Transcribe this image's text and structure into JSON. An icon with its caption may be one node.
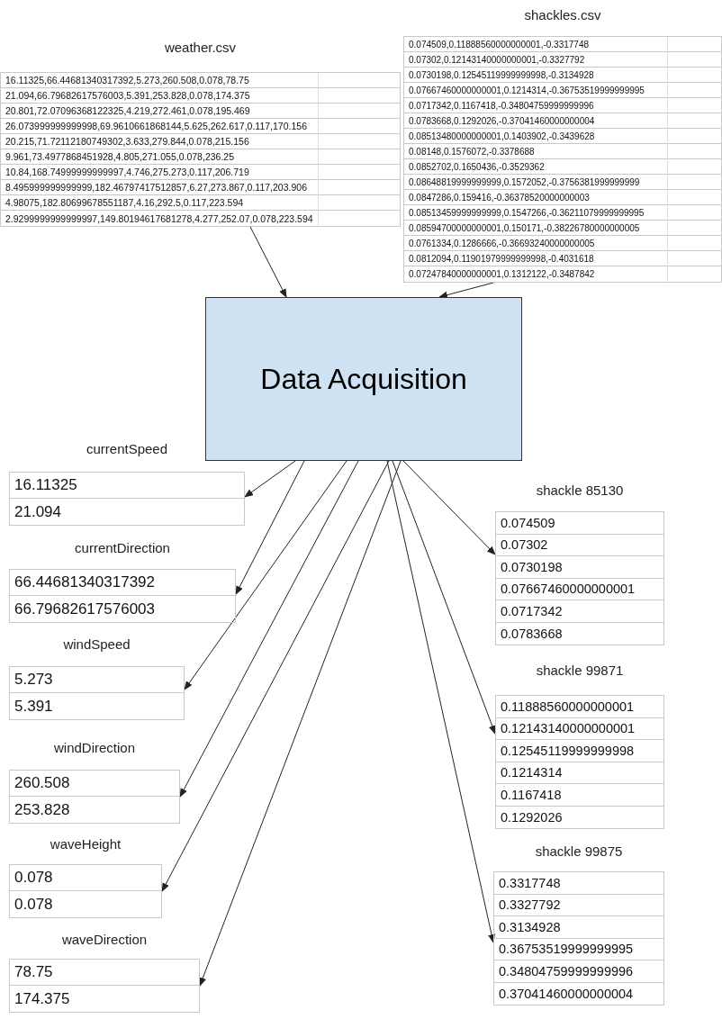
{
  "diagram": {
    "nodes": [
      {
        "text": [
          "weather.csv",
          "16.11325,66.44681340317392,5.273,260.508,0.078,78.75",
          "21.094,66.79682617576003,5.391,253.828,0.078,174.375",
          "20.801,72.07096368122325,4.219,272.461,0.078,195.469",
          "26.073999999999998,69.9610661868144,5.625,262.617,0.117,170.156",
          "20.215,71.72112180749302,3.633,279.844,0.078,215.156",
          "9.961,73.4977868451928,4.805,271.055,0.078,236.25",
          "10.84,168.74999999999997,4.746,275.273,0.117,206.719",
          "8.495999999999999,182.46797417512857,6.27,273.867,0.117,203.906",
          "4.98075,182.80699678551187,4.16,292.5,0.117,223.594",
          "2.9299999999999997,149.80194617681278,4.277,252.07,0.078,223.594"
        ]
      },
      {
        "text": [
          "shackles.csv",
          "0.074509,0.11888560000000001,-0.3317748",
          "0.07302,0.12143140000000001,-0.3327792",
          "0.0730198,0.12545119999999998,-0.3134928",
          "0.07667460000000001,0.1214314,-0.36753519999999995",
          "0.0717342,0.1167418,-0.34804759999999996",
          "0.0783668,0.1292026,-0.37041460000000004",
          "0.08513480000000001,0.1403902,-0.3439628",
          "0.08148,0.1576072,-0.3378688",
          "0.0852702,0.1650436,-0.3529362",
          "0.08648819999999999,0.1572052,-0.3756381999999999",
          "0.0847286,0.159416,-0.36378520000000003",
          "0.08513459999999999,0.1547266,-0.36211079999999995",
          "0.08594700000000001,0.150171,-0.38226780000000005",
          "0.0761334,0.1286666,-0.36693240000000005",
          "0.0812094,0.11901979999999998,-0.4031618",
          "0.07247840000000001,0.1312122,-0.3487842"
        ]
      },
      {
        "text": [
          "Data Acquisition"
        ]
      },
      {
        "text": [
          "currentSpeed",
          "16.11325",
          "21.094"
        ]
      },
      {
        "text": [
          "currentDirection",
          "66.44681340317392",
          "66.79682617576003"
        ]
      },
      {
        "text": [
          "windSpeed",
          "5.273",
          "5.391"
        ]
      },
      {
        "text": [
          "windDirection",
          "260.508",
          "253.828"
        ]
      },
      {
        "text": [
          "waveHeight",
          "0.078",
          "0.078"
        ]
      },
      {
        "text": [
          "waveDirection",
          "78.75",
          "174.375"
        ]
      },
      {
        "text": [
          "shackle 85130",
          "0.074509",
          "0.07302",
          "0.0730198",
          "0.07667460000000001",
          "0.0717342",
          "0.0783668"
        ]
      },
      {
        "text": [
          "shackle 99871",
          "0.11888560000000001",
          "0.12143140000000001",
          "0.12545119999999998",
          "0.1214314",
          "0.1167418",
          "0.1292026"
        ]
      },
      {
        "text": [
          "shackle 99875",
          "0.3317748",
          "0.3327792",
          "0.3134928",
          "0.36753519999999995",
          "0.34804759999999996",
          "0.37041460000000004"
        ]
      }
    ],
    "edges": [
      {
        "from": 0,
        "to": 2,
        "arrow": "to"
      },
      {
        "from": 1,
        "to": 2,
        "arrow": "to"
      },
      {
        "from": 2,
        "to": 3,
        "arrow": "to"
      },
      {
        "from": 2,
        "to": 4,
        "arrow": "to"
      },
      {
        "from": 2,
        "to": 5,
        "arrow": "to"
      },
      {
        "from": 2,
        "to": 6,
        "arrow": "to"
      },
      {
        "from": 2,
        "to": 7,
        "arrow": "to"
      },
      {
        "from": 2,
        "to": 8,
        "arrow": "to"
      },
      {
        "from": 2,
        "to": 9,
        "arrow": "to"
      },
      {
        "from": 2,
        "to": 10,
        "arrow": "to"
      },
      {
        "from": 2,
        "to": 11,
        "arrow": "to"
      }
    ]
  }
}
